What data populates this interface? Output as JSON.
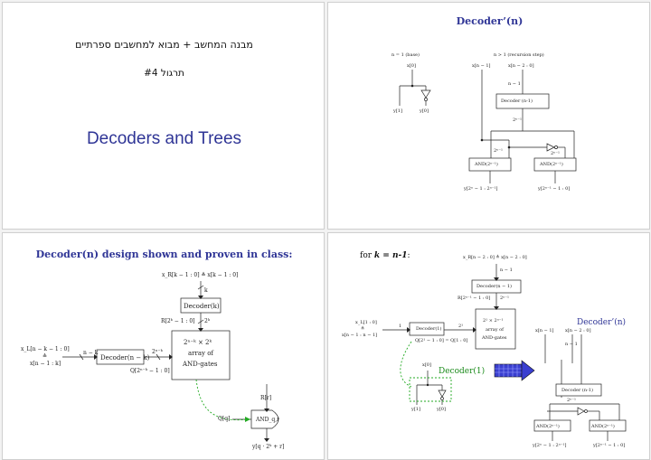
{
  "slide1": {
    "course": "מבנה המחשב + מבוא למחשבים ספרתיים",
    "exercise": "תרגול #4",
    "title": "Decoders and Trees"
  },
  "slide2": {
    "title": "Decoder’(n)",
    "base_label": "n = 1 (base)",
    "step_label": "n > 1 (recursion step)",
    "x0": "x[0]",
    "y1": "y[1]",
    "y0": "y[0]",
    "xn1": "x[n − 1]",
    "xn2": "x[n − 2 : 0]",
    "n_minus_1": "n − 1",
    "decoder_box": "Decoder (n-1)",
    "bus_top": "2ⁿ⁻¹",
    "bus_left": "2ⁿ⁻¹",
    "bus_right": "2ⁿ⁻¹",
    "and_left": "AND(2ⁿ⁻¹)",
    "and_right": "AND(2ⁿ⁻¹)",
    "out_left": "y[2ⁿ − 1 : 2ⁿ⁻¹]",
    "out_right": "y[2ⁿ⁻¹ − 1 : 0]"
  },
  "slide3": {
    "title": "Decoder(n) design shown and proven in class:",
    "xr": "x_R[k − 1 : 0] ≜ x[k − 1 : 0]",
    "k": "k",
    "decoder_k": "Decoder(k)",
    "r_out": "R[2ᵏ − 1 : 0]",
    "two_k": "2ᵏ",
    "xl": "x_L[n − k − 1 : 0]",
    "xl_eq": "≜",
    "xl2": "x[n − 1 : k]",
    "nk": "n − k",
    "decoder_nk": "Decoder(n − k)",
    "two_nk": "2ⁿ⁻ᵏ",
    "q_out": "Q[2ⁿ⁻ᵏ − 1 : 0]",
    "array_line1": "2ⁿ⁻ᵏ × 2ᵏ",
    "array_line2": "array of",
    "array_line3": "AND-gates",
    "r_r": "R[r]",
    "q_q": "Q[q]",
    "and_qr": "AND_q,r",
    "y_out": "y[q · 2ᵏ + r]"
  },
  "slide4": {
    "for_label": "for ",
    "k_label": "k = n-1",
    "colon": ":",
    "xr": "x_R[n − 2 : 0] ≜ x[n − 2 : 0]",
    "n_minus_1": "n − 1",
    "decoder_n1": "Decoder(n − 1)",
    "r_out": "R[2ⁿ⁻¹ − 1 : 0]",
    "two_n1": "2ⁿ⁻¹",
    "xl": "x_L[1 : 0]",
    "xl_eq": "≜",
    "xl2": "x[n − 1 : n − 1]",
    "one": "1",
    "decoder_1": "Decoder(1)",
    "two1": "2¹",
    "q_out": "Q[2¹ − 1 : 0] = Q[1 : 0]",
    "array_line1": "2¹ × 2ⁿ⁻¹",
    "array_line2": "array of",
    "array_line3": "AND-gates",
    "green_label": "Decoder(1)",
    "blue_label": "Decoder’(n)",
    "x0": "x[0]",
    "y1": "y[1]",
    "y0": "y[0]",
    "mini_xn1": "x[n − 1]",
    "mini_xn2": "x[n − 2 : 0]",
    "mini_n1": "n − 1",
    "mini_dec": "Decoder (n-1)",
    "mini_bus": "2ⁿ⁻¹",
    "mini_and_l": "AND(2ⁿ⁻¹)",
    "mini_and_r": "AND(2ⁿ⁻¹)",
    "mini_out_l": "y[2ⁿ − 1 : 2ⁿ⁻¹]",
    "mini_out_r": "y[2ⁿ⁻¹ − 1 : 0]"
  }
}
